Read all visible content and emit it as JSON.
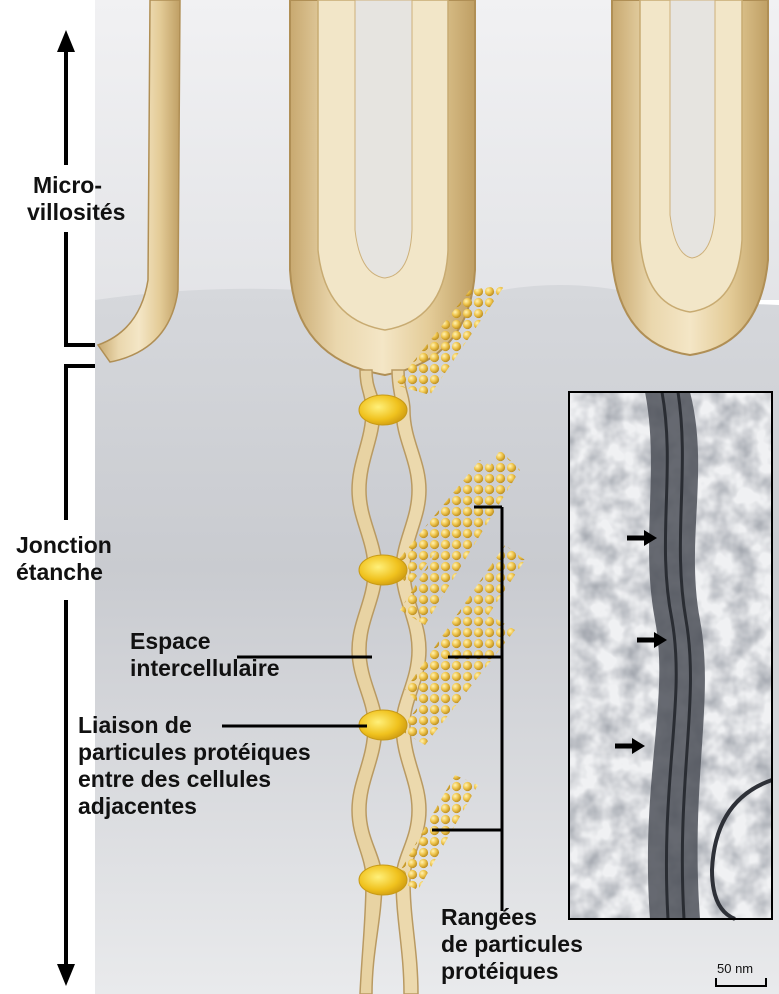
{
  "labels": {
    "microvilli_line1": "Micro-",
    "microvilli_line2": "villosités",
    "tight_junction_line1": "Jonction",
    "tight_junction_line2": "étanche",
    "intercellular_line1": "Espace",
    "intercellular_line2": "intercellulaire",
    "linkage_line1": "Liaison de",
    "linkage_line2": "particules protéiques",
    "linkage_line3": "entre des cellules",
    "linkage_line4": "adjacentes",
    "rows_line1": "Rangées",
    "rows_line2": "de particules",
    "rows_line3": "protéiques"
  },
  "scale_bar": {
    "text": "50 nm"
  },
  "colors": {
    "membrane": "#e7d3a6",
    "membrane_dark": "#bfa06a",
    "particle": "#e3b84a",
    "cytoplasm": "#cfd1d6",
    "micrograph": "#5c6068"
  }
}
